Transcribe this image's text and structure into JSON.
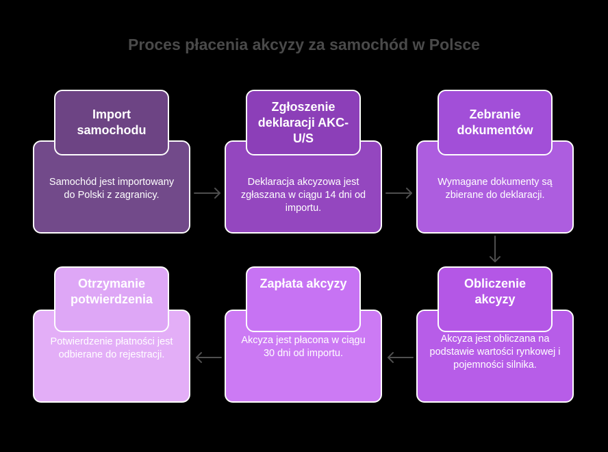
{
  "title": "Proces płacenia akcyzy za samochód w Polsce",
  "steps": [
    {
      "heading": "Import samochodu",
      "text": "Samochód jest importowany do Polski z zagranicy.",
      "head_color": "#6d4484",
      "body_color": "#724a8a"
    },
    {
      "heading": "Zgłoszenie deklaracji AKC-U/S",
      "text": "Deklaracja akcyzowa jest zgłaszana w ciągu 14 dni od importu.",
      "head_color": "#8c3fb8",
      "body_color": "#9447bf"
    },
    {
      "heading": "Zebranie dokumentów",
      "text": "Wymagane dokumenty są zbierane do deklaracji.",
      "head_color": "#a24fd8",
      "body_color": "#ad5ddf"
    },
    {
      "heading": "Obliczenie akcyzy",
      "text": "Akcyza jest obliczana na podstawie wartości rynkowej i pojemności silnika.",
      "head_color": "#b457e6",
      "body_color": "#b75de8"
    },
    {
      "heading": "Zapłata akcyzy",
      "text": "Akcyza jest płacona w ciągu 30 dni od importu.",
      "head_color": "#c773f3",
      "body_color": "#cc7af4"
    },
    {
      "heading": "Otrzymanie potwierdzenia",
      "text": "Potwierdzenie płatności jest odbierane do rejestracji.",
      "head_color": "#dea7f6",
      "body_color": "#e3aef7"
    }
  ],
  "colors": {
    "background": "#000000",
    "title": "#4a4a4a",
    "arrow": "#4f4f4f",
    "border": "#ffffff"
  }
}
